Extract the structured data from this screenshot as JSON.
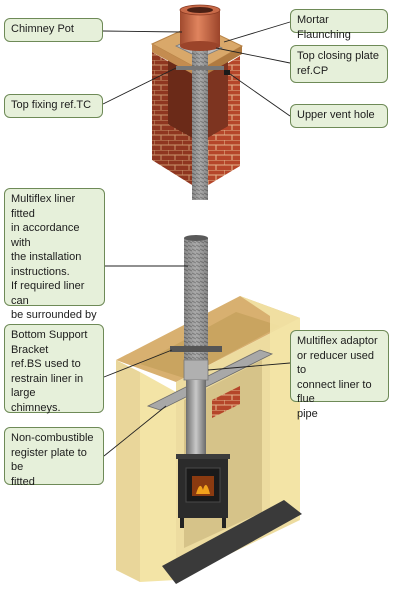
{
  "callouts": {
    "chimney_pot": "Chimney Pot",
    "mortar_flaunching": "Mortar Flaunching",
    "top_closing_plate": "Top closing plate\nref.CP",
    "top_fixing": "Top fixing ref.TC",
    "upper_vent_hole": "Upper vent hole",
    "multiflex_liner": "Multiflex liner fitted\nin accordance with\nthe installation\ninstructions.\nIf required liner can\nbe surrounded by\ninsulation",
    "bottom_support": "Bottom Support\nBracket\nref.BS used to\nrestrain liner in large\nchimneys.",
    "multiflex_adaptor": "Multiflex adaptor\nor reducer used to\nconnect liner to flue\npipe",
    "register_plate": "Non-combustible\nregister plate to be\nfitted"
  },
  "colors": {
    "callout_fill": "#e6f0da",
    "callout_border": "#6e8a57",
    "brick": "#b5462a",
    "mortar": "#d9a86a",
    "cream": "#f3e4a6",
    "liner": "#8c8c8c",
    "stove": "#2b2b2b",
    "hearth": "#3a3a3a"
  }
}
